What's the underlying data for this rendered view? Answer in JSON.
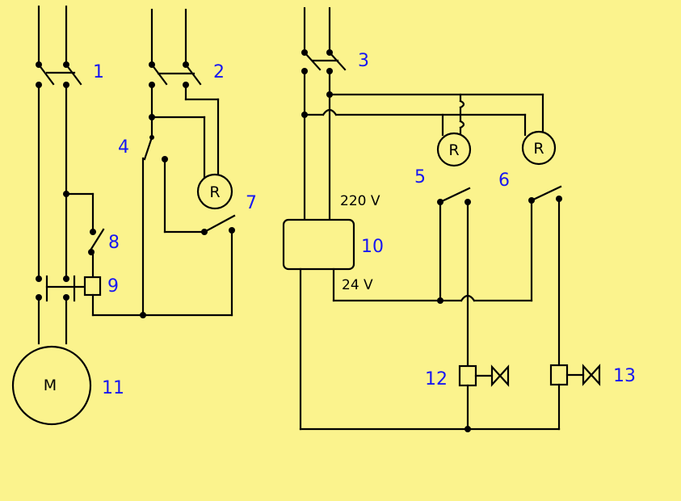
{
  "labels": {
    "n1": "1",
    "n2": "2",
    "n3": "3",
    "n4": "4",
    "n5": "5",
    "n6": "6",
    "n7": "7",
    "n8": "8",
    "n9": "9",
    "n10": "10",
    "n11": "11",
    "n12": "12",
    "n13": "13"
  },
  "voltages": {
    "primary": "220 V",
    "secondary": "24 V"
  },
  "symbols": {
    "motor": "M",
    "relay": "R"
  },
  "colors": {
    "background": "#FBF38D",
    "wire": "#000000",
    "label": "#1717F2"
  }
}
